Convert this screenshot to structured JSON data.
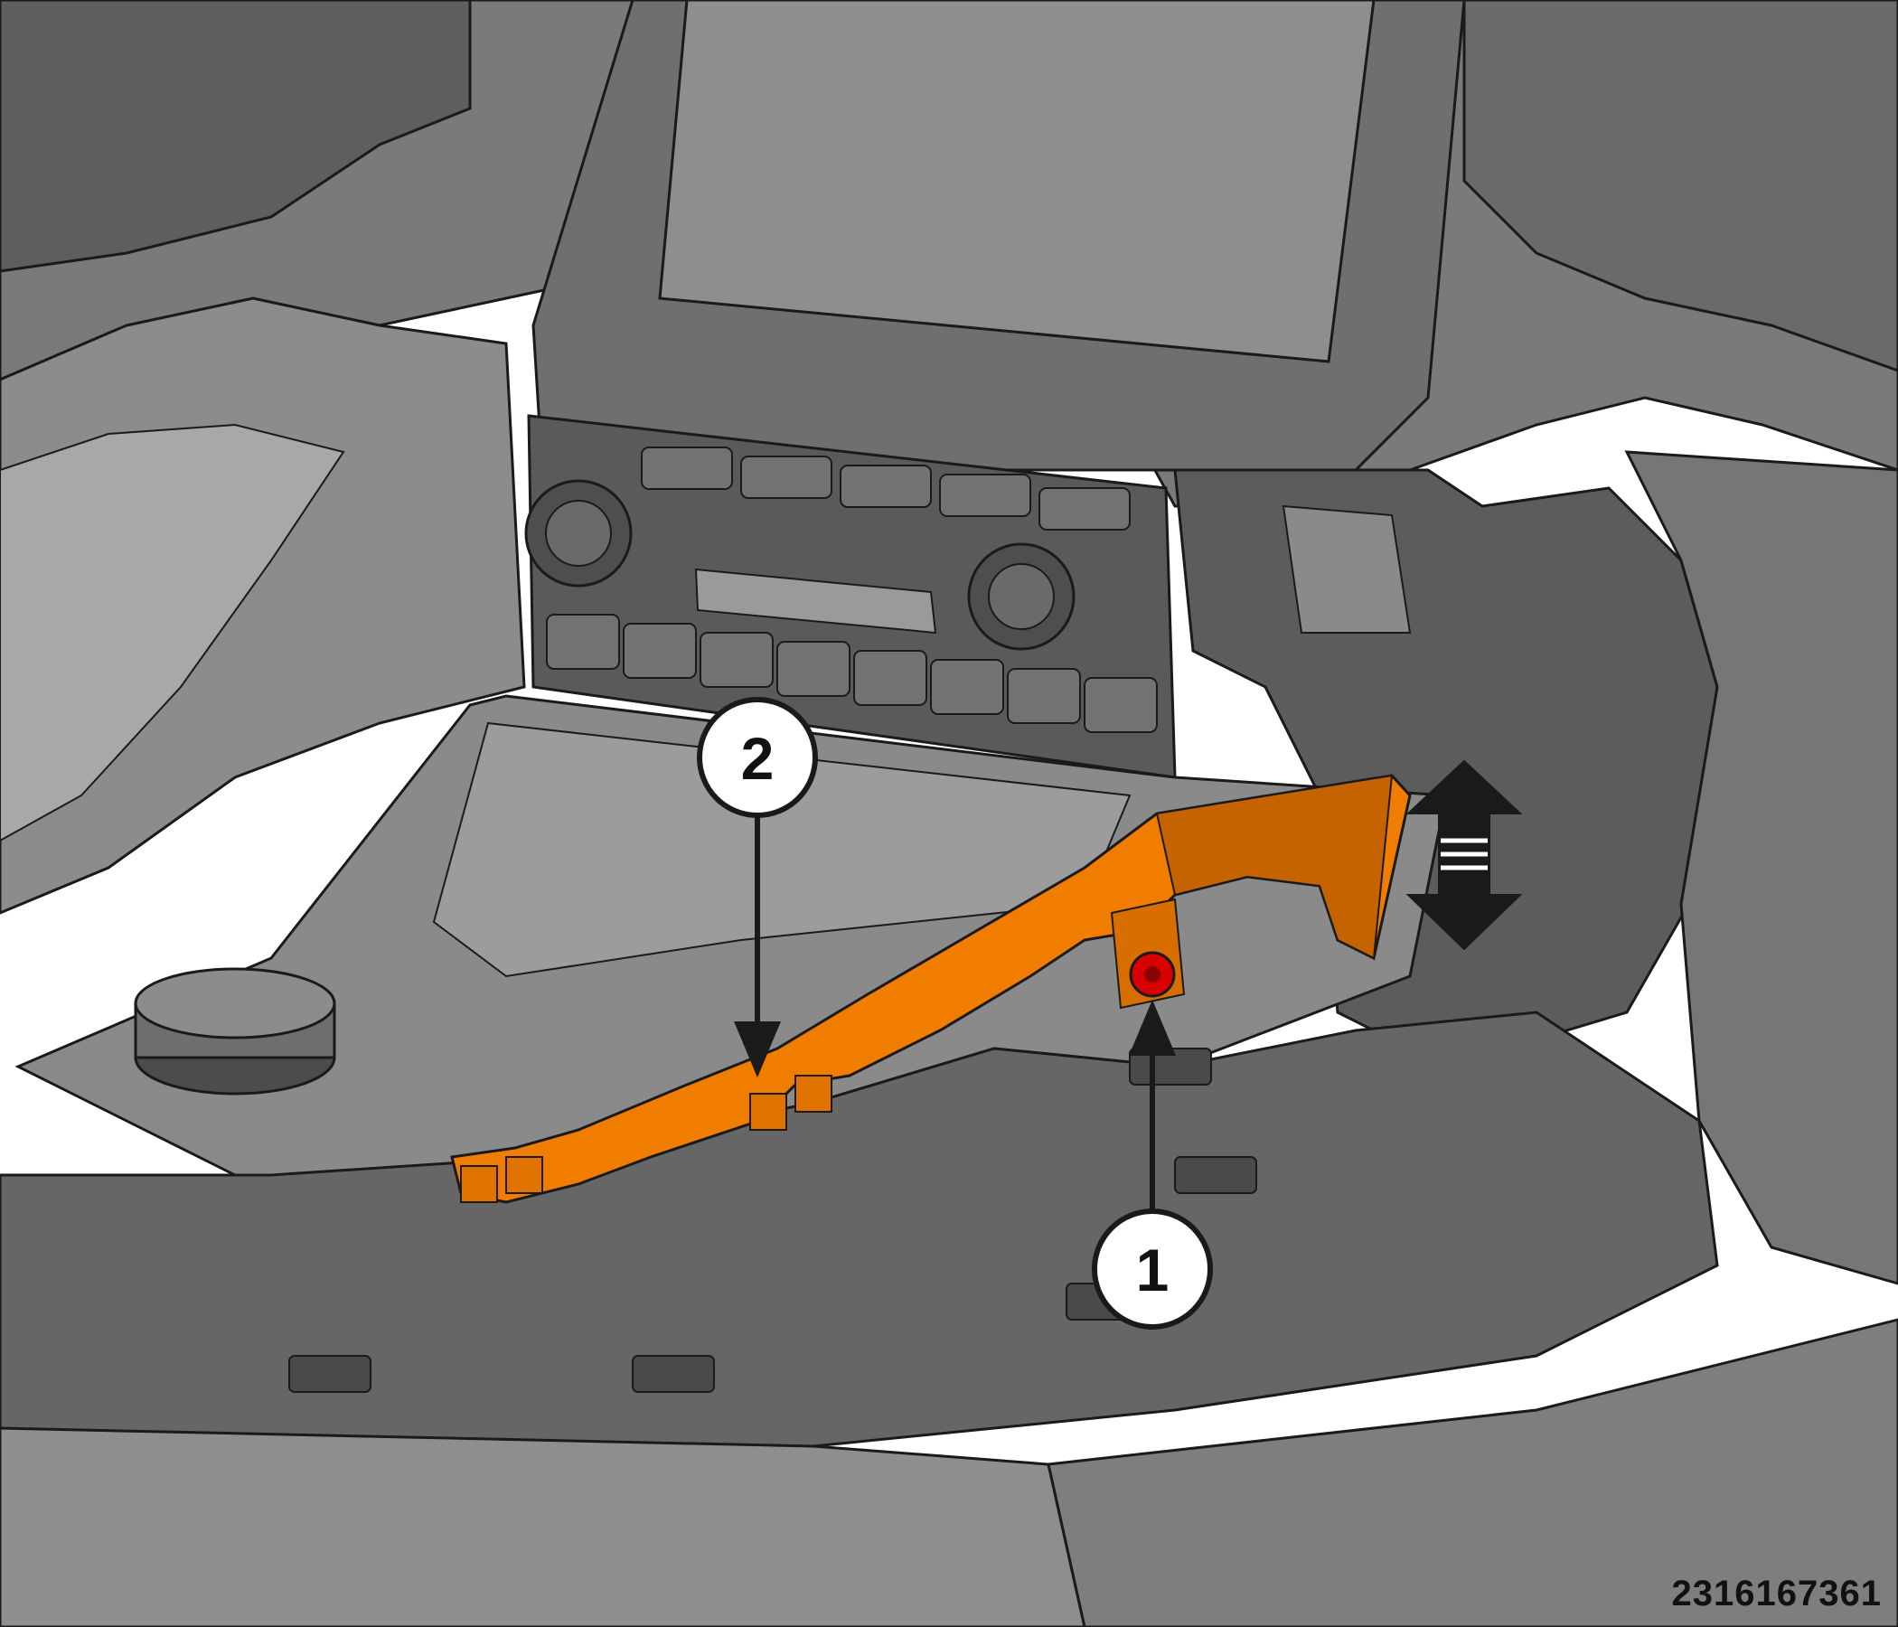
{
  "figure": {
    "id": "2316167361",
    "colors": {
      "background": "#ffffff",
      "part_body": "#7d7d7d",
      "part_light": "#a9a9a9",
      "part_dark": "#4a4a4a",
      "outline": "#1a1a1a",
      "highlight_part": "#f07d00",
      "highlight_shadow": "#b85a00",
      "fastener": "#d80000"
    },
    "callouts": [
      {
        "number": "1",
        "target": "fastener-screw"
      },
      {
        "number": "2",
        "target": "trim-bezel-highlighted"
      }
    ],
    "icons": [
      "double-vertical-arrow-icon",
      "screw-fastener-icon"
    ]
  }
}
